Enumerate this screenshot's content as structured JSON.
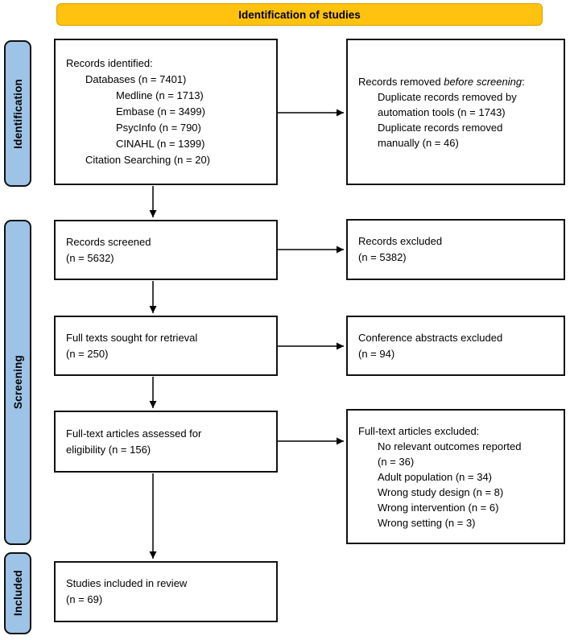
{
  "banner": {
    "label": "Identification of studies"
  },
  "stages": [
    {
      "label": "Identification"
    },
    {
      "label": "Screening"
    },
    {
      "label": "Included"
    }
  ],
  "colors": {
    "banner_bg": "#FFC20E",
    "banner_border": "#D99E00",
    "stage_bg": "#9DC3E6",
    "box_border": "#111111",
    "arrow": "#000000",
    "text": "#000000",
    "background": "#FFFFFF"
  },
  "boxes": {
    "records_identified": {
      "lines": [
        "Records identified:",
        "Databases (n = 7401)",
        "Medline (n = 1713)",
        "Embase (n = 3499)",
        "PsycInfo (n = 790)",
        "CINAHL (n = 1399)",
        "Citation Searching (n = 20)"
      ]
    },
    "records_removed": {
      "title_prefix": "Records removed ",
      "title_italic": "before screening",
      "title_suffix": ":",
      "lines": [
        "Duplicate records removed by",
        "automation tools (n = 1743)",
        "Duplicate records removed",
        "manually (n = 46)"
      ]
    },
    "records_screened": {
      "lines": [
        "Records screened",
        "(n = 5632)"
      ]
    },
    "records_excluded": {
      "lines": [
        "Records excluded",
        "(n = 5382)"
      ]
    },
    "full_texts_sought": {
      "lines": [
        "Full texts sought for retrieval",
        "(n = 250)"
      ]
    },
    "conference_abstracts_excluded": {
      "lines": [
        "Conference abstracts excluded",
        "(n = 94)"
      ]
    },
    "fulltext_assessed": {
      "lines": [
        "Full-text articles assessed for",
        "eligibility (n = 156)"
      ]
    },
    "fulltext_excluded": {
      "title": "Full-text articles excluded:",
      "lines": [
        "No relevant outcomes reported",
        "(n = 36)",
        "Adult population (n = 34)",
        "Wrong study design (n = 8)",
        "Wrong intervention (n = 6)",
        "Wrong setting (n = 3)"
      ]
    },
    "studies_included": {
      "lines": [
        "Studies included in review",
        "(n = 69)"
      ]
    }
  }
}
